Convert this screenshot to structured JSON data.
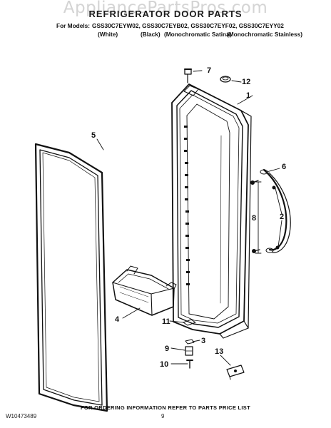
{
  "watermark": "AppliancePartsPros.com",
  "title": "REFRIGERATOR DOOR PARTS",
  "models_label": "For Models:",
  "models": "GSS30C7EYW02, GSS30C7EYB02, GSS30C7EYF02, GSS30C7EYY02",
  "variants": [
    "(White)",
    "(Black)",
    "(Monochromatic Satina)",
    "(Monochromatic Stainless)"
  ],
  "callouts": [
    "1",
    "2",
    "3",
    "4",
    "5",
    "6",
    "7",
    "8",
    "9",
    "10",
    "11",
    "12",
    "13"
  ],
  "footer": {
    "doc_number": "W10473489",
    "instruction": "FOR ORDERING INFORMATION REFER TO PARTS PRICE LIST",
    "page_number": "9"
  }
}
